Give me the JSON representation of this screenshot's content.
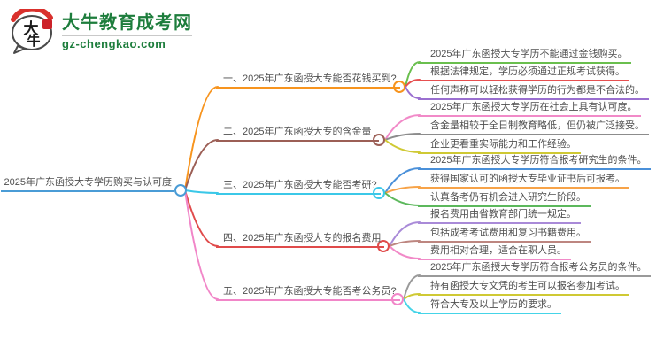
{
  "site": {
    "name": "大牛教育成考网",
    "url": "gz-chengkao.com",
    "brand_color": "#1d7d3c"
  },
  "mindmap": {
    "central": {
      "label": "2025年广东函授大专学历购买与认可度",
      "color": "#4a9cd6"
    },
    "branches": [
      {
        "label": "一、2025年广东函授大专能否花钱买到?",
        "color": "#f7941e",
        "children": [
          {
            "label": "2025年广东函授大专学历不能通过金钱购买。",
            "color": "#6abf4e"
          },
          {
            "label": "根据法律规定，学历必须通过正规考试获得。",
            "color": "#e65050"
          },
          {
            "label": "任何声称可以轻松获得学历的行为都是不合法的。",
            "color": "#9a6fd0"
          }
        ]
      },
      {
        "label": "二、2025年广东函授大专的含金量",
        "color": "#9c5f56",
        "children": [
          {
            "label": "2025年广东函授大专学历在社会上具有认可度。",
            "color": "#f18ac8"
          },
          {
            "label": "含金量相较于全日制教育略低，但仍被广泛接受。",
            "color": "#8c8c8c"
          },
          {
            "label": "企业更看重实际能力和工作经验。",
            "color": "#cfc934"
          }
        ]
      },
      {
        "label": "三、2025年广东函授大专能否考研?",
        "color": "#3bc8e8",
        "children": [
          {
            "label": "2025年广东函授大专学历符合报考研究生的条件。",
            "color": "#4a90d9"
          },
          {
            "label": "获得国家认可的函授大专毕业证书后可报考。",
            "color": "#f7a348"
          },
          {
            "label": "认真备考仍有机会进入研究生阶段。",
            "color": "#5cb85c"
          }
        ]
      },
      {
        "label": "四、2025年广东函授大专的报名费用",
        "color": "#e04b4b",
        "children": [
          {
            "label": "报名费用由省教育部门统一规定。",
            "color": "#a98ad8"
          },
          {
            "label": "包括成考考试费用和复习书籍费用。",
            "color": "#bd8680"
          },
          {
            "label": "费用相对合理，适合在职人员。",
            "color": "#f18ac8"
          }
        ]
      },
      {
        "label": "五、2025年广东函授大专能否考公务员?",
        "color": "#f186c8",
        "children": [
          {
            "label": "2025年广东函授大专学历符合报考公务员的条件。",
            "color": "#9a9a9a"
          },
          {
            "label": "持有函授大专文凭的考生可以报名参加考试。",
            "color": "#cfc934"
          },
          {
            "label": "符合大专及以上学历的要求。",
            "color": "#45d4e8"
          }
        ]
      }
    ]
  }
}
